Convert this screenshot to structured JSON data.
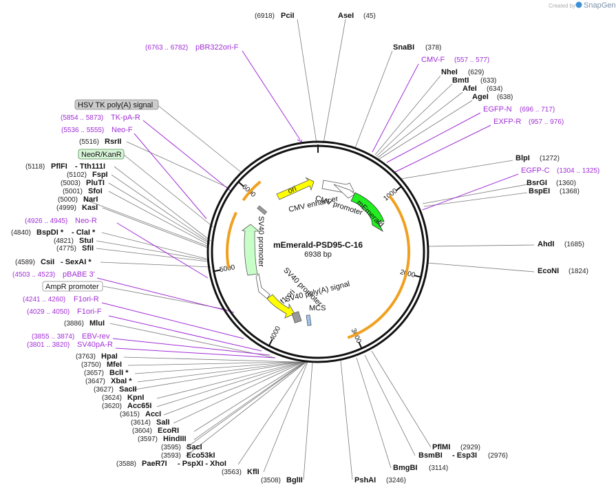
{
  "header": {
    "credit": "Created by",
    "brand": "SnapGene"
  },
  "plasmid": {
    "name": "mEmerald-PSD95-C-16",
    "length_label": "6938 bp",
    "length": 6938
  },
  "ticks": [
    {
      "label": "1000",
      "pos": 1000
    },
    {
      "label": "2000",
      "pos": 2000
    },
    {
      "label": "3000",
      "pos": 3000
    },
    {
      "label": "4000",
      "pos": 4000
    },
    {
      "label": "5000",
      "pos": 5000
    },
    {
      "label": "6000",
      "pos": 6000
    }
  ],
  "features": [
    {
      "name": "ori",
      "label": "ori"
    },
    {
      "name": "cmv-enhancer",
      "label": "CMV enhancer"
    },
    {
      "name": "cmv-promoter",
      "label": "CMV promoter"
    },
    {
      "name": "memerald",
      "label": "mEmerald"
    },
    {
      "name": "sv40-promoter-a",
      "label": "SV40 promoter"
    },
    {
      "name": "sv40-promoter-b",
      "label": "SV40 promoter"
    },
    {
      "name": "sv40-polya",
      "label": "SV40 poly(A) signal"
    },
    {
      "name": "f1-ori",
      "label": "f1 ori"
    },
    {
      "name": "mcs",
      "label": "MCS"
    }
  ],
  "boxed_features": [
    {
      "name": "hsv-tk-polya",
      "label": "HSV TK poly(A) signal",
      "fill": "#cccccc"
    },
    {
      "name": "neor-kanr",
      "label": "NeoR/KanR",
      "fill": "#d9f5d9"
    },
    {
      "name": "ampr-promoter",
      "label": "AmpR promoter",
      "fill": "#ffffff"
    }
  ],
  "sites": [
    {
      "name": "PciI",
      "pos": "(6918)"
    },
    {
      "name": "AseI",
      "pos": "(45)"
    },
    {
      "name": "SnaBI",
      "pos": "(378)"
    },
    {
      "name": "NheI",
      "pos": "(629)"
    },
    {
      "name": "BmtI",
      "pos": "(633)"
    },
    {
      "name": "AfeI",
      "pos": "(634)"
    },
    {
      "name": "AgeI",
      "pos": "(638)"
    },
    {
      "name": "BlpI",
      "pos": "(1272)"
    },
    {
      "name": "BsrGI",
      "pos": "(1360)"
    },
    {
      "name": "BspEI",
      "pos": "(1368)"
    },
    {
      "name": "AhdI",
      "pos": "(1685)"
    },
    {
      "name": "EcoNI",
      "pos": "(1824)"
    },
    {
      "name": "PflMI",
      "pos": "(2929)"
    },
    {
      "name": "BsmBI",
      "pos": "(2976)",
      "extra": "- Esp3I"
    },
    {
      "name": "BmgBI",
      "pos": "(3114)"
    },
    {
      "name": "PshAI",
      "pos": "(3246)"
    },
    {
      "name": "BglII",
      "pos": "(3508)"
    },
    {
      "name": "KflI",
      "pos": "(3563)"
    },
    {
      "name": "PaeR7I",
      "pos": "(3588)",
      "extra": "- PspXI   - XhoI"
    },
    {
      "name": "Eco53kI",
      "pos": "(3593)"
    },
    {
      "name": "SacI",
      "pos": "(3595)"
    },
    {
      "name": "HindIII",
      "pos": "(3597)"
    },
    {
      "name": "EcoRI",
      "pos": "(3604)"
    },
    {
      "name": "SalI",
      "pos": "(3614)"
    },
    {
      "name": "AccI",
      "pos": "(3615)"
    },
    {
      "name": "Acc65I",
      "pos": "(3620)"
    },
    {
      "name": "KpnI",
      "pos": "(3624)"
    },
    {
      "name": "SacII",
      "pos": "(3627)"
    },
    {
      "name": "XbaI *",
      "pos": "(3647)"
    },
    {
      "name": "BclI *",
      "pos": "(3657)"
    },
    {
      "name": "MfeI",
      "pos": "(3750)"
    },
    {
      "name": "HpaI",
      "pos": "(3763)"
    },
    {
      "name": "MluI",
      "pos": "(3886)"
    },
    {
      "name": "CsiI",
      "pos": "(4589)",
      "extra": "- SexAI *"
    },
    {
      "name": "SfiI",
      "pos": "(4775)"
    },
    {
      "name": "StuI",
      "pos": "(4821)"
    },
    {
      "name": "BspDI *",
      "pos": "(4840)",
      "extra": "- ClaI *"
    },
    {
      "name": "KasI",
      "pos": "(4999)"
    },
    {
      "name": "NarI",
      "pos": "(5000)"
    },
    {
      "name": "SfoI",
      "pos": "(5001)"
    },
    {
      "name": "PluTI",
      "pos": "(5003)"
    },
    {
      "name": "FspI",
      "pos": "(5102)"
    },
    {
      "name": "PflFI",
      "pos": "(5118)",
      "extra": "- Tth111I"
    },
    {
      "name": "RsrII",
      "pos": "(5516)"
    }
  ],
  "primers": [
    {
      "name": "pBR322ori-F",
      "range": "(6763 .. 6782)"
    },
    {
      "name": "CMV-F",
      "range": "(557 .. 577)"
    },
    {
      "name": "EGFP-N",
      "range": "(696 .. 717)"
    },
    {
      "name": "EXFP-R",
      "range": "(957 .. 976)"
    },
    {
      "name": "EGFP-C",
      "range": "(1304 .. 1325)"
    },
    {
      "name": "TK-pA-R",
      "range": "(5854 .. 5873)"
    },
    {
      "name": "Neo-F",
      "range": "(5536 .. 5555)"
    },
    {
      "name": "Neo-R",
      "range": "(4926 .. 4945)"
    },
    {
      "name": "pBABE 3'",
      "range": "(4503 .. 4523)"
    },
    {
      "name": "F1ori-R",
      "range": "(4241 .. 4260)"
    },
    {
      "name": "F1ori-F",
      "range": "(4029 .. 4050)"
    },
    {
      "name": "EBV-rev",
      "range": "(3855 .. 3874)"
    },
    {
      "name": "SV40pA-R",
      "range": "(3801 .. 3820)"
    }
  ],
  "colors": {
    "ring": "#111111",
    "orange_arc": "#f0a020",
    "memerald": "#22ee22",
    "ori": "#ffff00",
    "sv40_promoter": "#c8ffc8",
    "primer": "#a02cd6",
    "leader": "#777777"
  }
}
